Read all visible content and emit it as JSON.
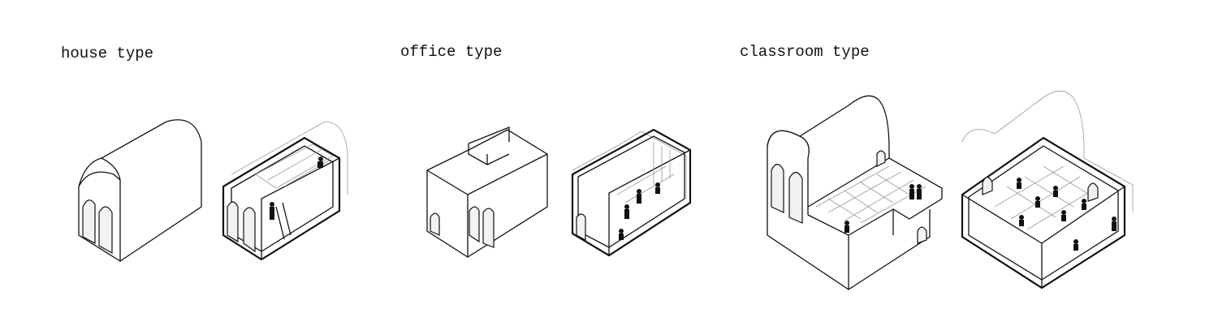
{
  "titles": {
    "house": "house type",
    "office": "office type",
    "classroom": "classroom type"
  }
}
